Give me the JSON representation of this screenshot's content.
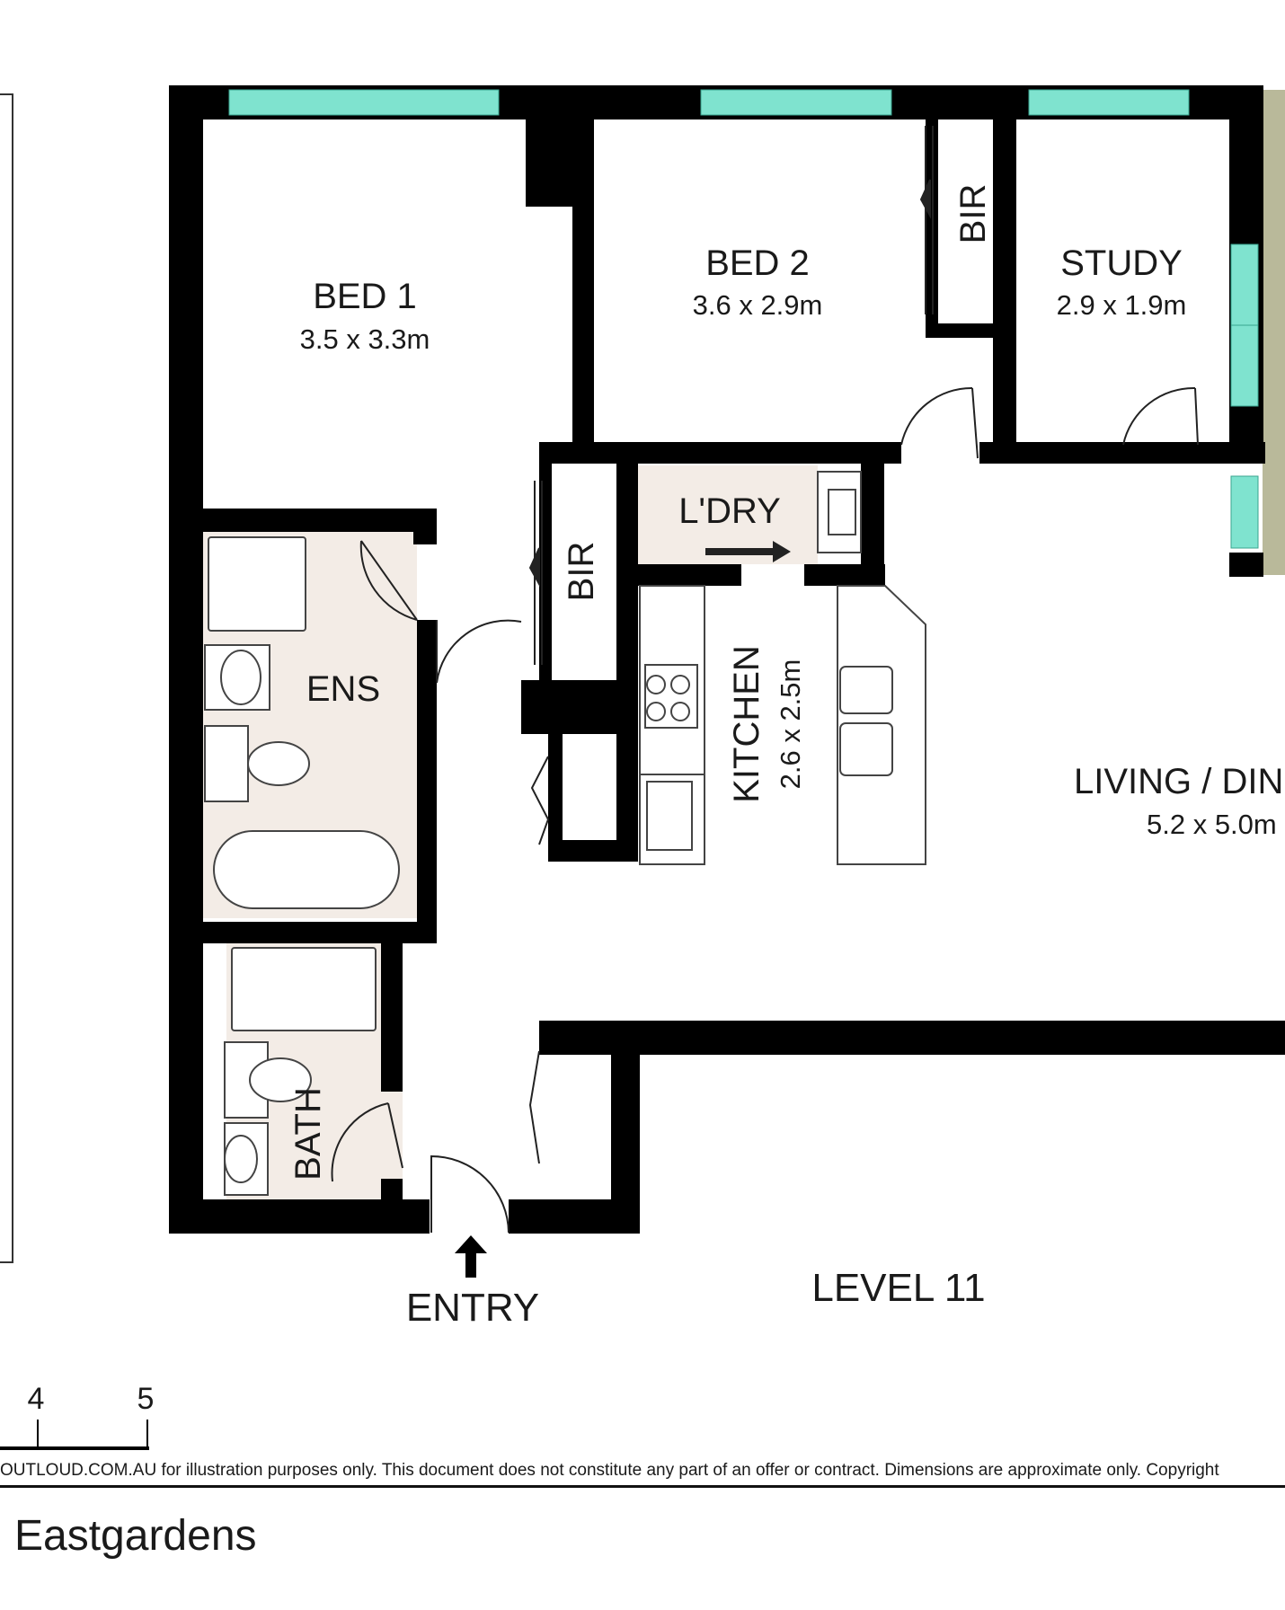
{
  "colors": {
    "wall": "#000000",
    "glazing": "#7fe3cf",
    "balcony": "#b9b99a",
    "wet_tile": "#f3ece6"
  },
  "rooms": {
    "bed1": {
      "name": "BED 1",
      "dims": "3.5 x 3.3m"
    },
    "bed2": {
      "name": "BED 2",
      "dims": "3.6 x 2.9m"
    },
    "study": {
      "name": "STUDY",
      "dims": "2.9 x 1.9m"
    },
    "laundry": {
      "name": "L'DRY"
    },
    "kitchen": {
      "name": "KITCHEN",
      "dims": "2.6 x 2.5m"
    },
    "living": {
      "name": "LIVING / DIN",
      "dims": "5.2 x 5.0m"
    },
    "ensuite": {
      "name": "ENS"
    },
    "bath": {
      "name": "BATH"
    },
    "bir1": {
      "name": "BIR"
    },
    "bir2": {
      "name": "BIR"
    }
  },
  "labels": {
    "entry": "ENTRY",
    "level": "LEVEL 11"
  },
  "scale": {
    "ticks": [
      "4",
      "5"
    ]
  },
  "footer": {
    "disclaimer": "OUTLOUD.COM.AU for illustration purposes only. This document does not constitute any part of an offer or contract. Dimensions are approximate only. Copyright",
    "title": "Eastgardens"
  }
}
